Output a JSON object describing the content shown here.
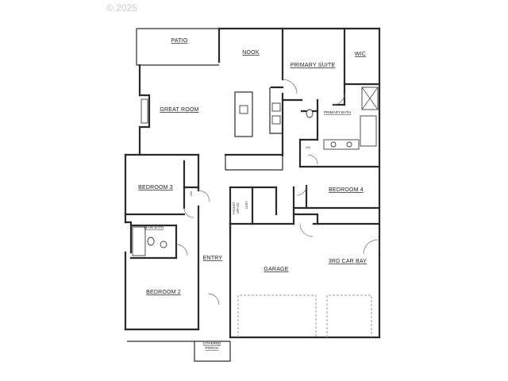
{
  "watermark": {
    "copyright": "© 2025"
  },
  "rooms": {
    "patio": "PATIO",
    "nook": "NOOK",
    "primary_suite": "PRIMARY SUITE",
    "wic": "WIC",
    "great_room": "GREAT ROOM",
    "primary_bath": "PRIMARY BATH",
    "bedroom_3": "BEDROOM 3",
    "bedroom_4": "BEDROOM 4",
    "main_bath": "MAIN BATH",
    "entry": "ENTRY",
    "garage": "GARAGE",
    "third_car_bay": "3RD CAR BAY",
    "bedroom_2": "BEDROOM 2",
    "covered_porch_line1": "COVERED",
    "covered_porch_line2": "PORCH",
    "laundry": "LDRY",
    "linen": "LIN",
    "linen_2": "LIN",
    "pocket_office_line1": "POCKET",
    "pocket_office_line2": "OFFICE"
  }
}
